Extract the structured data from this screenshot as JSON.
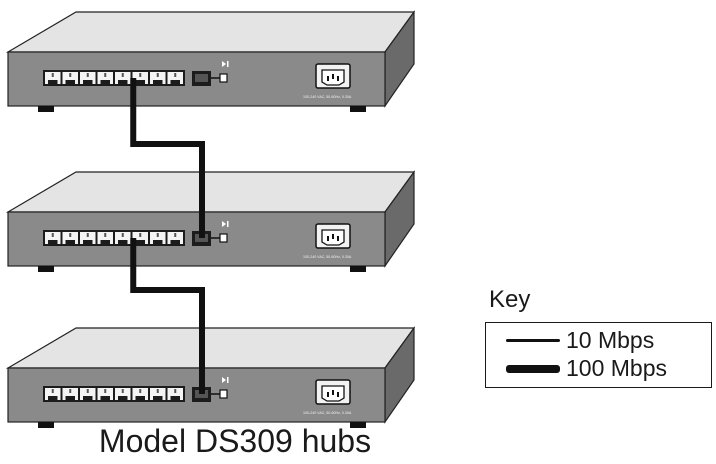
{
  "diagram": {
    "caption": "Model DS309 hubs",
    "hubs": [
      {
        "name": "hub-top",
        "port_count": 8,
        "rating_label": "100-240 VAC, 50-60Hz, 0.30A"
      },
      {
        "name": "hub-middle",
        "port_count": 8,
        "rating_label": "100-240 VAC, 50-60Hz, 0.30A"
      },
      {
        "name": "hub-bottom",
        "port_count": 8,
        "rating_label": "100-240 VAC, 50-60Hz, 0.30A"
      }
    ],
    "connections": [
      {
        "from": "hub-top",
        "to": "hub-middle",
        "speed": "100 Mbps"
      },
      {
        "from": "hub-middle",
        "to": "hub-bottom",
        "speed": "100 Mbps"
      }
    ]
  },
  "key": {
    "title": "Key",
    "items": [
      {
        "label": "10 Mbps",
        "style": "thin"
      },
      {
        "label": "100 Mbps",
        "style": "thick"
      }
    ]
  },
  "colors": {
    "hub_top_face": "#e4e4e4",
    "hub_front": "#8a8a8a",
    "hub_side": "#6a6a6a",
    "outline": "#222222",
    "cable": "#111111"
  }
}
